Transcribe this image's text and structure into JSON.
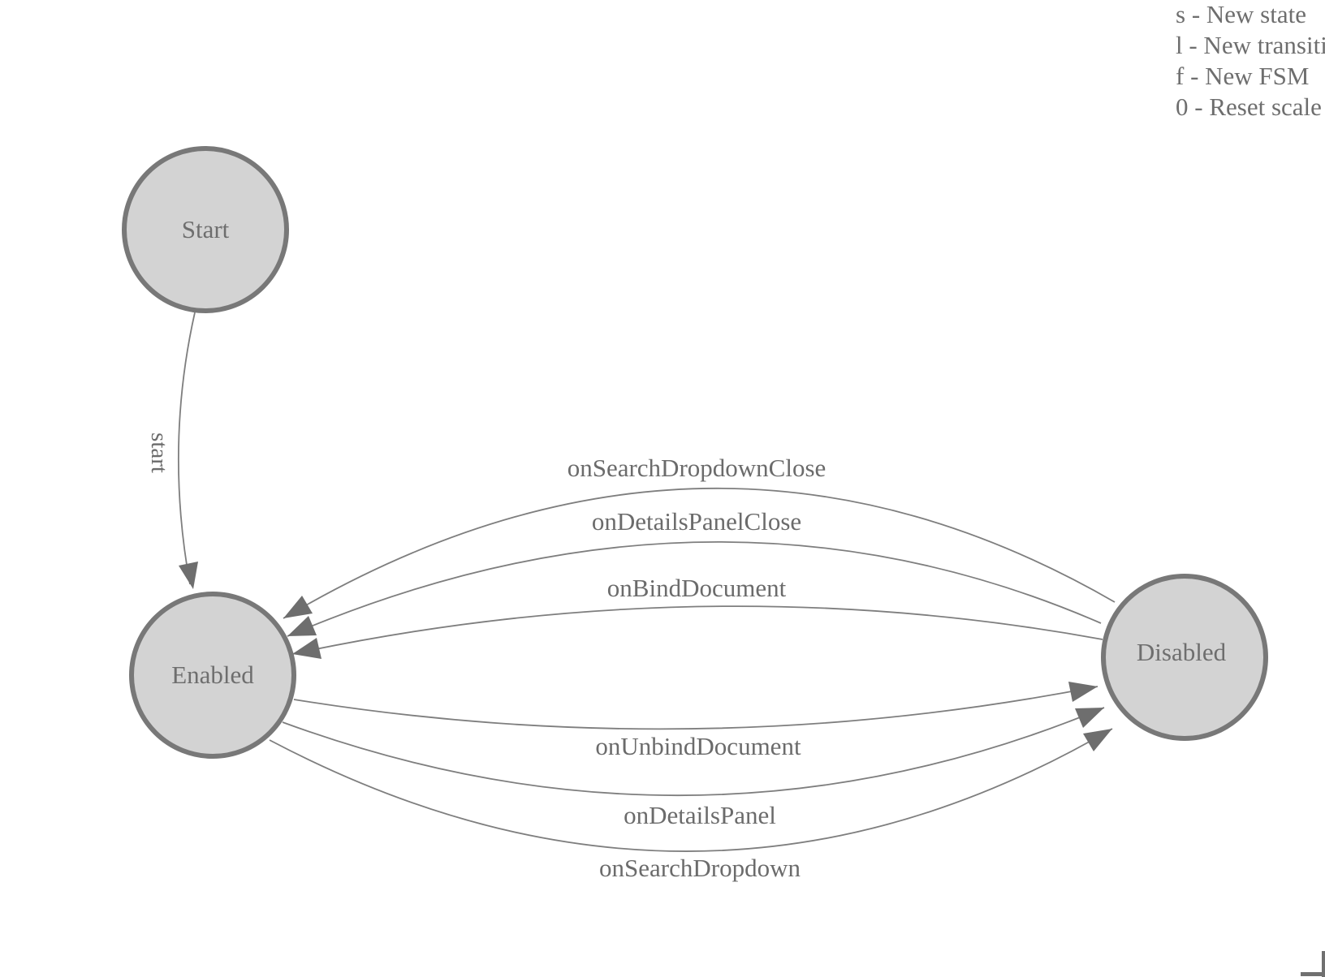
{
  "legend": {
    "items": [
      "s - New state",
      "l - New transition",
      "f - New FSM",
      "0 - Reset scale"
    ]
  },
  "states": {
    "start": {
      "label": "Start"
    },
    "enabled": {
      "label": "Enabled"
    },
    "disabled": {
      "label": "Disabled"
    }
  },
  "edges": {
    "start": {
      "label": "start",
      "from": "Start",
      "to": "Enabled"
    },
    "onSearchDropdownClose": {
      "label": "onSearchDropdownClose",
      "from": "Disabled",
      "to": "Enabled"
    },
    "onDetailsPanelClose": {
      "label": "onDetailsPanelClose",
      "from": "Disabled",
      "to": "Enabled"
    },
    "onBindDocument": {
      "label": "onBindDocument",
      "from": "Disabled",
      "to": "Enabled"
    },
    "onUnbindDocument": {
      "label": "onUnbindDocument",
      "from": "Enabled",
      "to": "Disabled"
    },
    "onDetailsPanel": {
      "label": "onDetailsPanel",
      "from": "Enabled",
      "to": "Disabled"
    },
    "onSearchDropdown": {
      "label": "onSearchDropdown",
      "from": "Enabled",
      "to": "Disabled"
    }
  },
  "colors": {
    "background": "#ffffff",
    "node_fill": "#d3d3d3",
    "node_stroke": "#787878",
    "edge_stroke": "#7e7e7e",
    "arrow_fill": "#6e6e6e",
    "text": "#6b6b6b"
  }
}
